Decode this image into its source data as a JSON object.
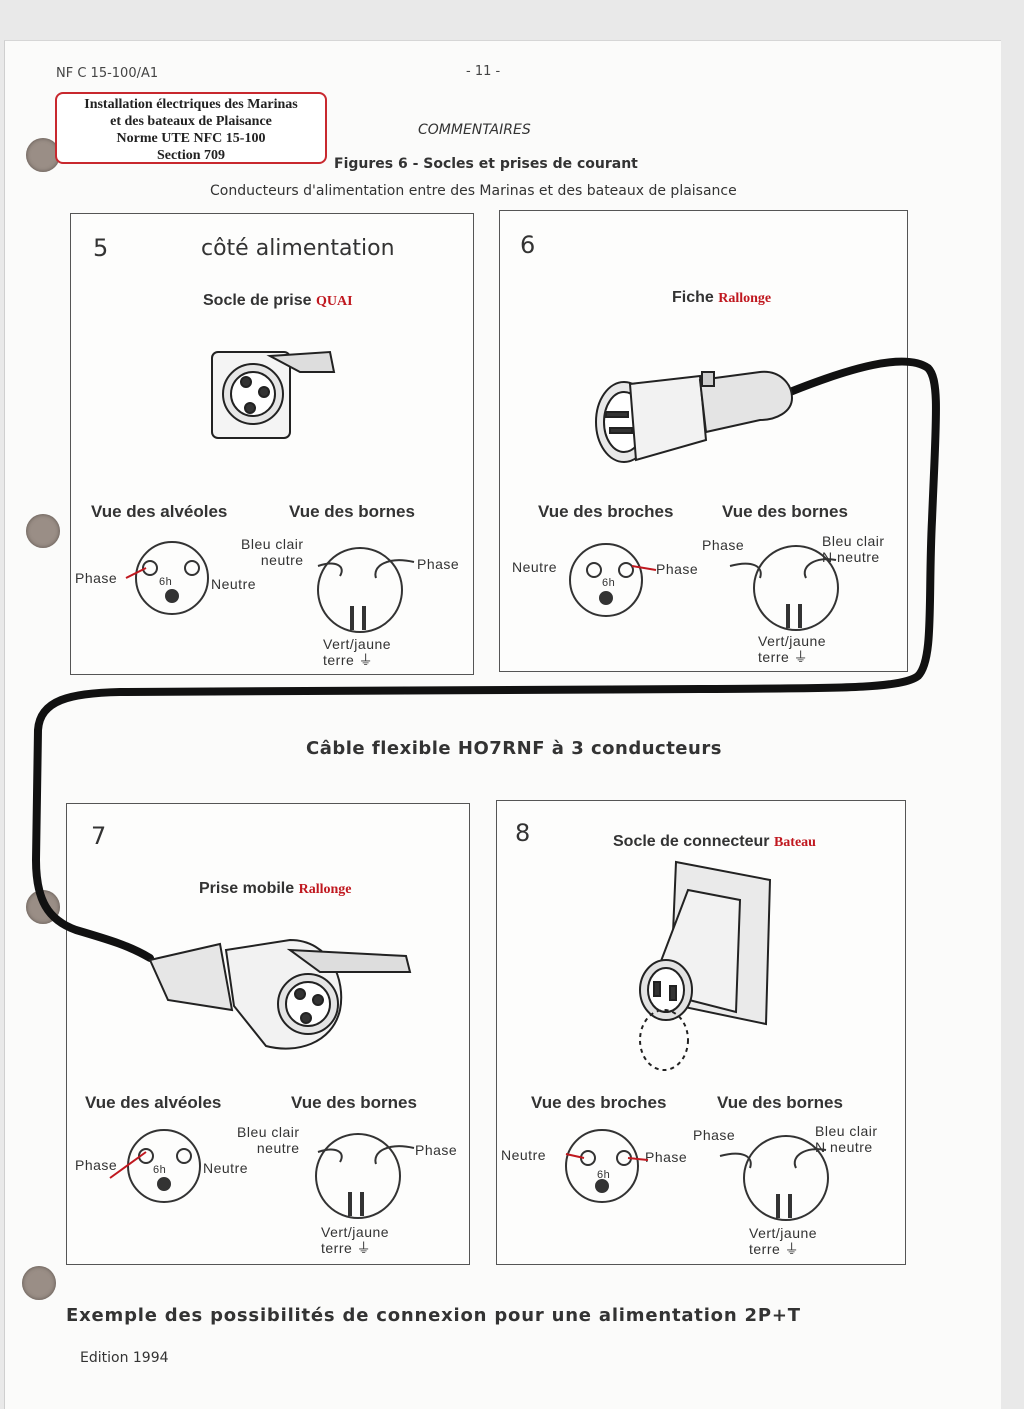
{
  "header": {
    "ref": "NF C 15-100/A1",
    "page": "- 11 -"
  },
  "note_box": {
    "lines": [
      "Installation électriques des  Marinas",
      "et des bateaux de Plaisance",
      "Norme  UTE  NFC  15-100",
      "Section 709"
    ]
  },
  "commentaires": "COMMENTAIRES",
  "figure_title": "Figures 6 - Socles et prises de courant",
  "figure_subtitle": "Conducteurs d'alimentation entre des Marinas et des bateaux de plaisance",
  "panels": [
    {
      "number": "5",
      "side": "côté alimentation",
      "title": "Socle de prise",
      "tag": "QUAI",
      "left_view": "Vue des alvéoles",
      "right_view": "Vue des bornes",
      "left_labels": {
        "a": "Phase",
        "b": "Neutre",
        "center": "6h"
      },
      "right_labels": {
        "top": "Bleu clair\nneutre",
        "side": "Phase",
        "bottom": "Vert/jaune\nterre ⏚"
      }
    },
    {
      "number": "6",
      "title": "Fiche",
      "tag": "Rallonge",
      "left_view": "Vue des broches",
      "right_view": "Vue des bornes",
      "left_labels": {
        "a": "Neutre",
        "b": "Phase",
        "center": "6h"
      },
      "right_labels": {
        "top": "Phase",
        "side": "Bleu clair\nN neutre",
        "bottom": "Vert/jaune\nterre ⏚"
      }
    },
    {
      "number": "7",
      "title": "Prise mobile",
      "tag": "Rallonge",
      "left_view": "Vue des alvéoles",
      "right_view": "Vue des bornes",
      "left_labels": {
        "a": "Phase",
        "b": "Neutre",
        "center": "6h"
      },
      "right_labels": {
        "top": "Bleu clair\nneutre",
        "side": "Phase",
        "bottom": "Vert/jaune\nterre ⏚"
      }
    },
    {
      "number": "8",
      "title": "Socle de connecteur",
      "tag": "Bateau",
      "left_view": "Vue des broches",
      "right_view": "Vue des bornes",
      "left_labels": {
        "a": "Neutre",
        "b": "Phase",
        "center": "6h"
      },
      "right_labels": {
        "top": "Phase",
        "side": "Bleu clair\nN neutre",
        "bottom": "Vert/jaune\nterre ⏚"
      }
    }
  ],
  "cable_label": "Câble flexible HO7RNF à 3 conducteurs",
  "example": "Exemple des possibilités de connexion pour une alimentation 2P+T",
  "edition": "Edition 1994",
  "colors": {
    "note_red": "#c8282e",
    "cable": "#111111"
  }
}
